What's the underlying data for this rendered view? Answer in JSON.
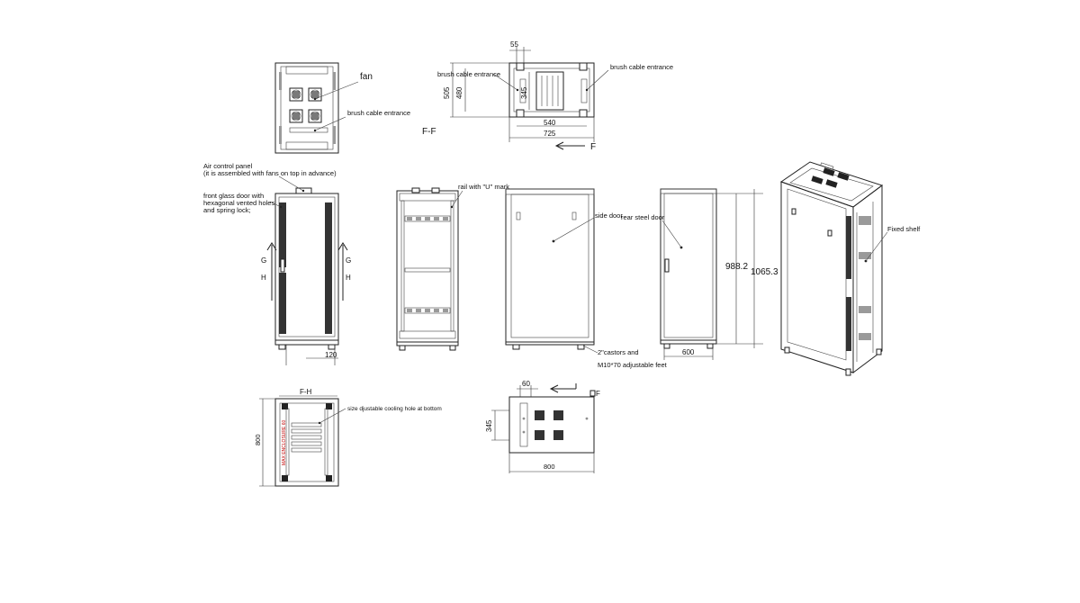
{
  "labels": {
    "fan": "fan",
    "brush_cable_top_view": "brush cable entrance",
    "brush_cable_left": "brush cable entrance",
    "brush_cable_right": "brush cable entrance",
    "air_control_1": "Air control panel",
    "air_control_2": "(it is assembled with fans on top in advance)",
    "front_door_1": "front glass door with",
    "front_door_2": "hexagonal vented holes",
    "front_door_3": "and spring lock;",
    "rail": "rail with \"U\" mark",
    "side_door": "side door",
    "rear_door": "rear steel door",
    "castors_1": "2\"castors and",
    "castors_2": "M10*70 adjustable feet",
    "fixed_shelf": "Fixed shelf",
    "cooling_hole": "size djustable cooling hole at bottom",
    "red_mark": "MAX ENCLOSURE 60",
    "section_ff": "F-F",
    "section_fh": "F-H",
    "section_f_top": "F",
    "section_f_bottom": "F",
    "g_left": "G",
    "h_left": "H",
    "g_right": "G",
    "h_right": "H"
  },
  "dimensions": {
    "d55": "55",
    "d505": "505",
    "d480": "480",
    "d345_top": "345",
    "d540": "540",
    "d725": "725",
    "d120": "120",
    "d988": "988.2",
    "d1065": "1065.3",
    "d600": "600",
    "d800_left": "800",
    "d60": "60",
    "d345_bottom": "345",
    "d800_bottom": "800"
  }
}
